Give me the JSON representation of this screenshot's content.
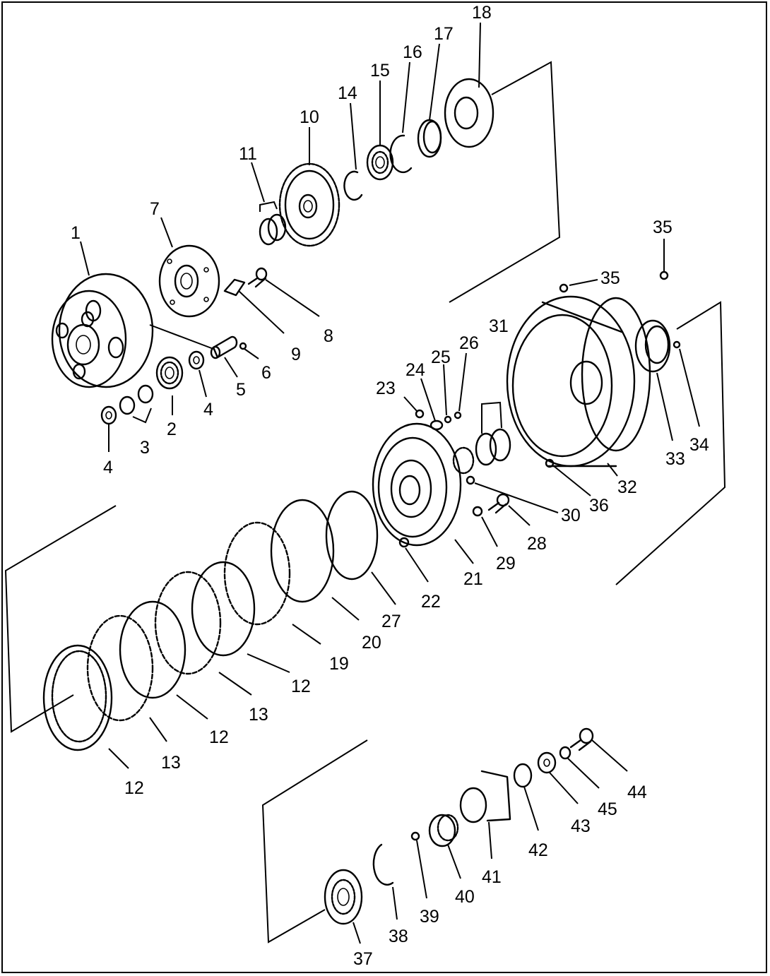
{
  "callouts": [
    {
      "id": "c1",
      "text": "1"
    },
    {
      "id": "c2",
      "text": "2"
    },
    {
      "id": "c3",
      "text": "3"
    },
    {
      "id": "c4a",
      "text": "4"
    },
    {
      "id": "c4b",
      "text": "4"
    },
    {
      "id": "c5",
      "text": "5"
    },
    {
      "id": "c6",
      "text": "6"
    },
    {
      "id": "c7",
      "text": "7"
    },
    {
      "id": "c8",
      "text": "8"
    },
    {
      "id": "c9",
      "text": "9"
    },
    {
      "id": "c10",
      "text": "10"
    },
    {
      "id": "c11",
      "text": "11"
    },
    {
      "id": "c12a",
      "text": "12"
    },
    {
      "id": "c12b",
      "text": "12"
    },
    {
      "id": "c12c",
      "text": "12"
    },
    {
      "id": "c13a",
      "text": "13"
    },
    {
      "id": "c13b",
      "text": "13"
    },
    {
      "id": "c14",
      "text": "14"
    },
    {
      "id": "c15",
      "text": "15"
    },
    {
      "id": "c16",
      "text": "16"
    },
    {
      "id": "c17",
      "text": "17"
    },
    {
      "id": "c18",
      "text": "18"
    },
    {
      "id": "c19",
      "text": "19"
    },
    {
      "id": "c20",
      "text": "20"
    },
    {
      "id": "c21",
      "text": "21"
    },
    {
      "id": "c22",
      "text": "22"
    },
    {
      "id": "c23",
      "text": "23"
    },
    {
      "id": "c24",
      "text": "24"
    },
    {
      "id": "c25",
      "text": "25"
    },
    {
      "id": "c26",
      "text": "26"
    },
    {
      "id": "c27",
      "text": "27"
    },
    {
      "id": "c28",
      "text": "28"
    },
    {
      "id": "c29",
      "text": "29"
    },
    {
      "id": "c30",
      "text": "30"
    },
    {
      "id": "c31",
      "text": "31"
    },
    {
      "id": "c32",
      "text": "32"
    },
    {
      "id": "c33",
      "text": "33"
    },
    {
      "id": "c34",
      "text": "34"
    },
    {
      "id": "c35a",
      "text": "35"
    },
    {
      "id": "c35b",
      "text": "35"
    },
    {
      "id": "c36",
      "text": "36"
    },
    {
      "id": "c37",
      "text": "37"
    },
    {
      "id": "c38",
      "text": "38"
    },
    {
      "id": "c39",
      "text": "39"
    },
    {
      "id": "c40",
      "text": "40"
    },
    {
      "id": "c41",
      "text": "41"
    },
    {
      "id": "c42",
      "text": "42"
    },
    {
      "id": "c43",
      "text": "43"
    },
    {
      "id": "c44",
      "text": "44"
    },
    {
      "id": "c45",
      "text": "45"
    }
  ]
}
